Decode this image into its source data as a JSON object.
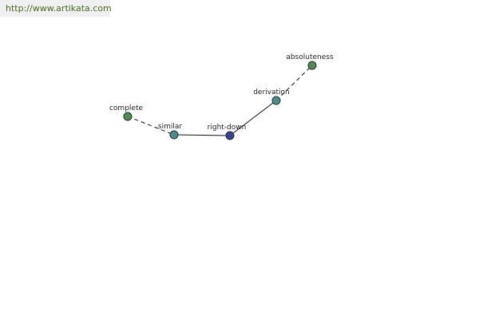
{
  "source_url": "http://www.artikata.com",
  "colors": {
    "source_url_text": "#4a6b1f",
    "source_badge_bg": "#f0f0f0",
    "edge": "#111111",
    "node_stroke": "#2b2b2b",
    "node_green": "#4f8c57",
    "node_teal": "#4a8f8f",
    "node_blue": "#3b3f9e"
  },
  "diagram": {
    "nodes": [
      {
        "id": "complete",
        "label": "complete",
        "color": "node_green"
      },
      {
        "id": "similar",
        "label": "similar",
        "color": "node_teal"
      },
      {
        "id": "right-down",
        "label": "right-down",
        "color": "node_blue"
      },
      {
        "id": "derivation",
        "label": "derivation",
        "color": "node_teal"
      },
      {
        "id": "absoluteness",
        "label": "absoluteness",
        "color": "node_green"
      }
    ],
    "edges": [
      {
        "from": "complete",
        "to": "similar",
        "style": "dashed"
      },
      {
        "from": "similar",
        "to": "right-down",
        "style": "solid"
      },
      {
        "from": "right-down",
        "to": "derivation",
        "style": "solid"
      },
      {
        "from": "derivation",
        "to": "absoluteness",
        "style": "dashed"
      }
    ]
  }
}
